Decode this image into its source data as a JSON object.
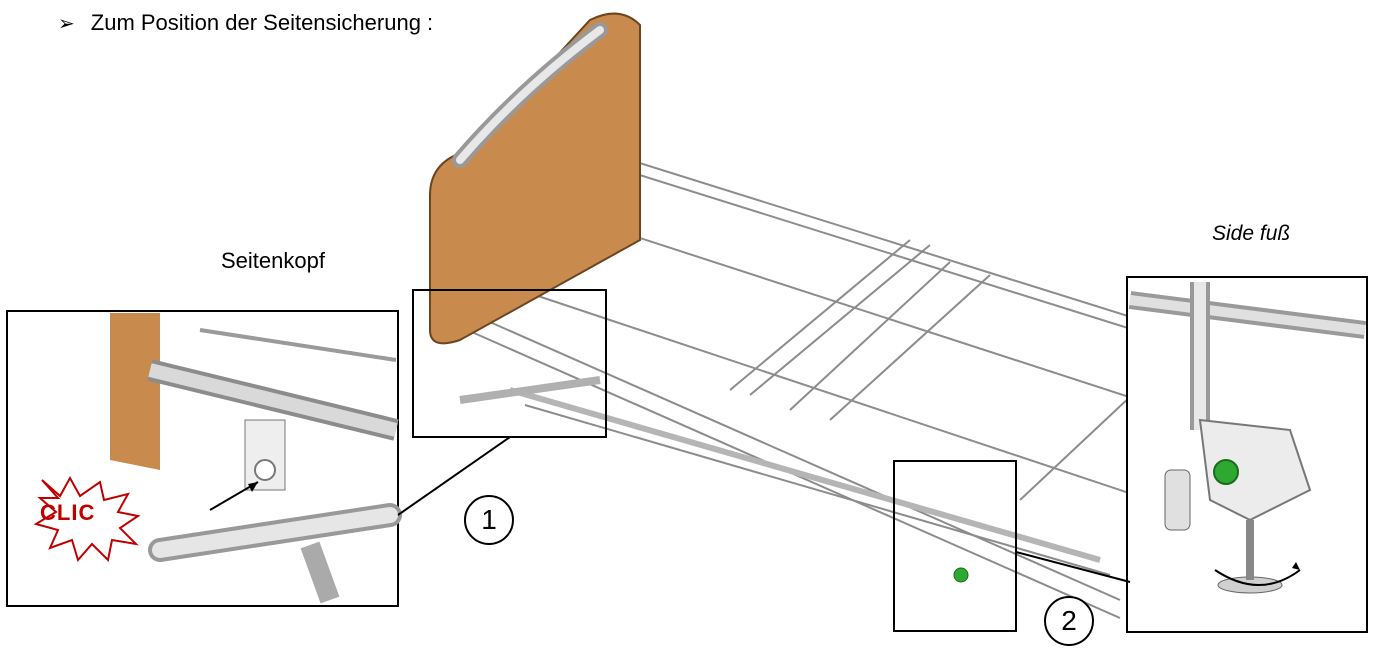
{
  "heading": {
    "bullet": "➢",
    "text": "Zum Position der Seitensicherung :"
  },
  "labels": {
    "left": "Seitenkopf",
    "right": "Side fuß"
  },
  "callouts": [
    "1",
    "2"
  ],
  "badge": "CLIC",
  "colors": {
    "headboard": "#c98a4e",
    "frame": "#9a9a9a",
    "knob": "#2fa832",
    "badge": "#c00000"
  }
}
